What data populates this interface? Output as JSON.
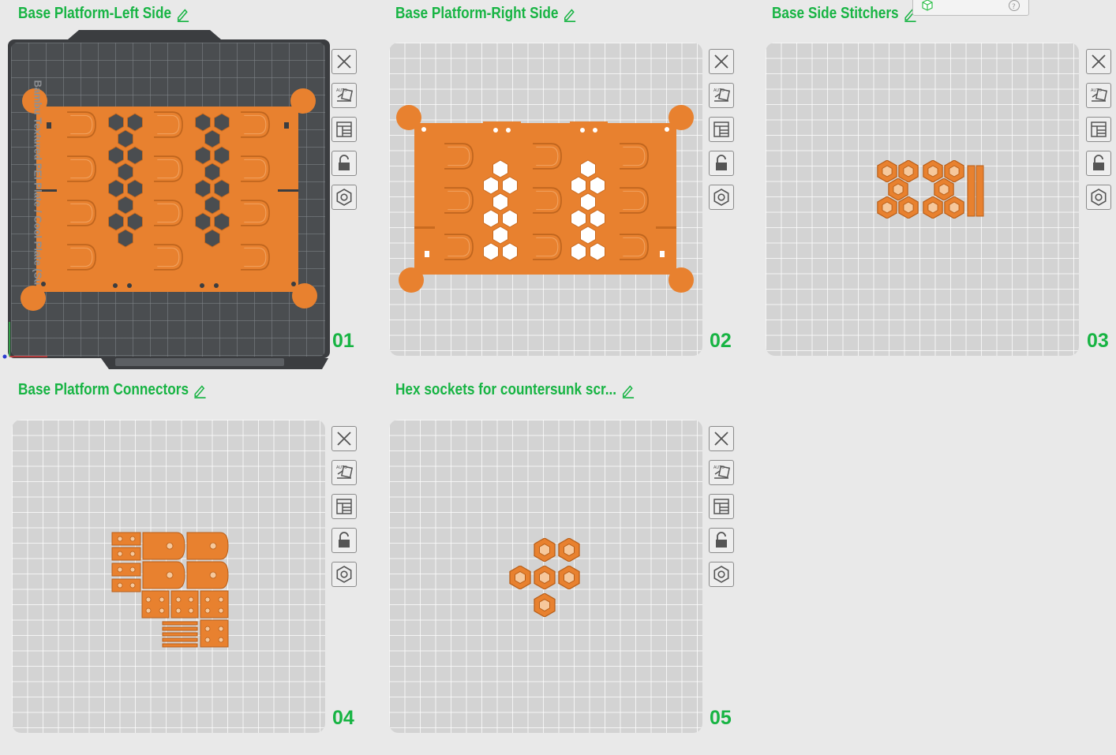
{
  "colors": {
    "accent": "#17b443",
    "part": "#e8812f",
    "bed_light": "#d3d3d3",
    "bed_dark": "#4a4d50"
  },
  "plates": [
    {
      "title": "Base Platform-Left Side",
      "number": "01",
      "selected": true
    },
    {
      "title": "Base Platform-Right Side",
      "number": "02",
      "selected": false
    },
    {
      "title": "Base Side Stitchers",
      "number": "03",
      "selected": false
    },
    {
      "title": "Base Platform Connectors",
      "number": "04",
      "selected": false
    },
    {
      "title": "Hex sockets for countersunk scr...",
      "number": "05",
      "selected": false
    }
  ],
  "plate_tools": [
    {
      "name": "close-icon",
      "action": "Remove plate"
    },
    {
      "name": "auto-orient-icon",
      "action": "Auto orient"
    },
    {
      "name": "arrange-icon",
      "action": "Arrange"
    },
    {
      "name": "lock-icon",
      "action": "Lock plate"
    },
    {
      "name": "settings-icon",
      "action": "Plate settings"
    }
  ],
  "bed_labels": {
    "side_text": "Bambu Textured PEI Plate / Cool Plate (SuperTack)"
  },
  "mini_panel": {
    "icons": [
      "cube-icon",
      "help-icon"
    ]
  }
}
